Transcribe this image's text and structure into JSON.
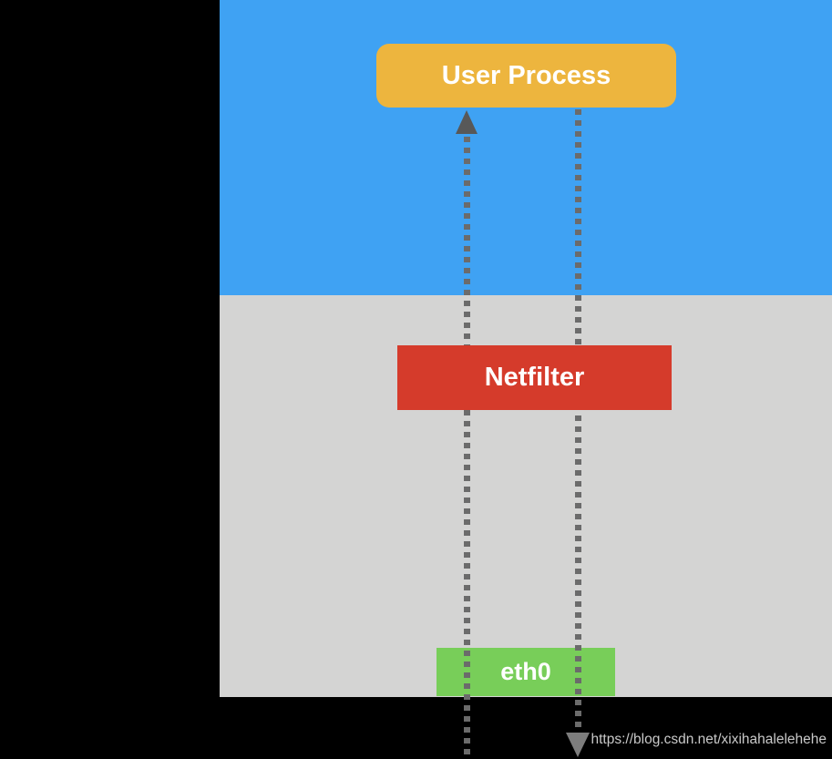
{
  "nodes": {
    "user_process": {
      "label": "User Process"
    },
    "netfilter": {
      "label": "Netfilter"
    },
    "eth0": {
      "label": "eth0"
    }
  },
  "watermark": {
    "text": "https://blog.csdn.net/xixihahalelehehe"
  },
  "colors": {
    "background": "#000000",
    "user_space_band": "#3fa2f3",
    "kernel_band": "#d4d4d3",
    "user_process_box": "#edb53e",
    "netfilter_box": "#d53b2b",
    "eth0_box": "#78ce59",
    "flow_line": "#6b6b6b",
    "arrow_up": "#585858",
    "arrow_down": "#7d7d7d",
    "watermark_text": "#c9c9c9",
    "box_text": "#ffffff"
  }
}
